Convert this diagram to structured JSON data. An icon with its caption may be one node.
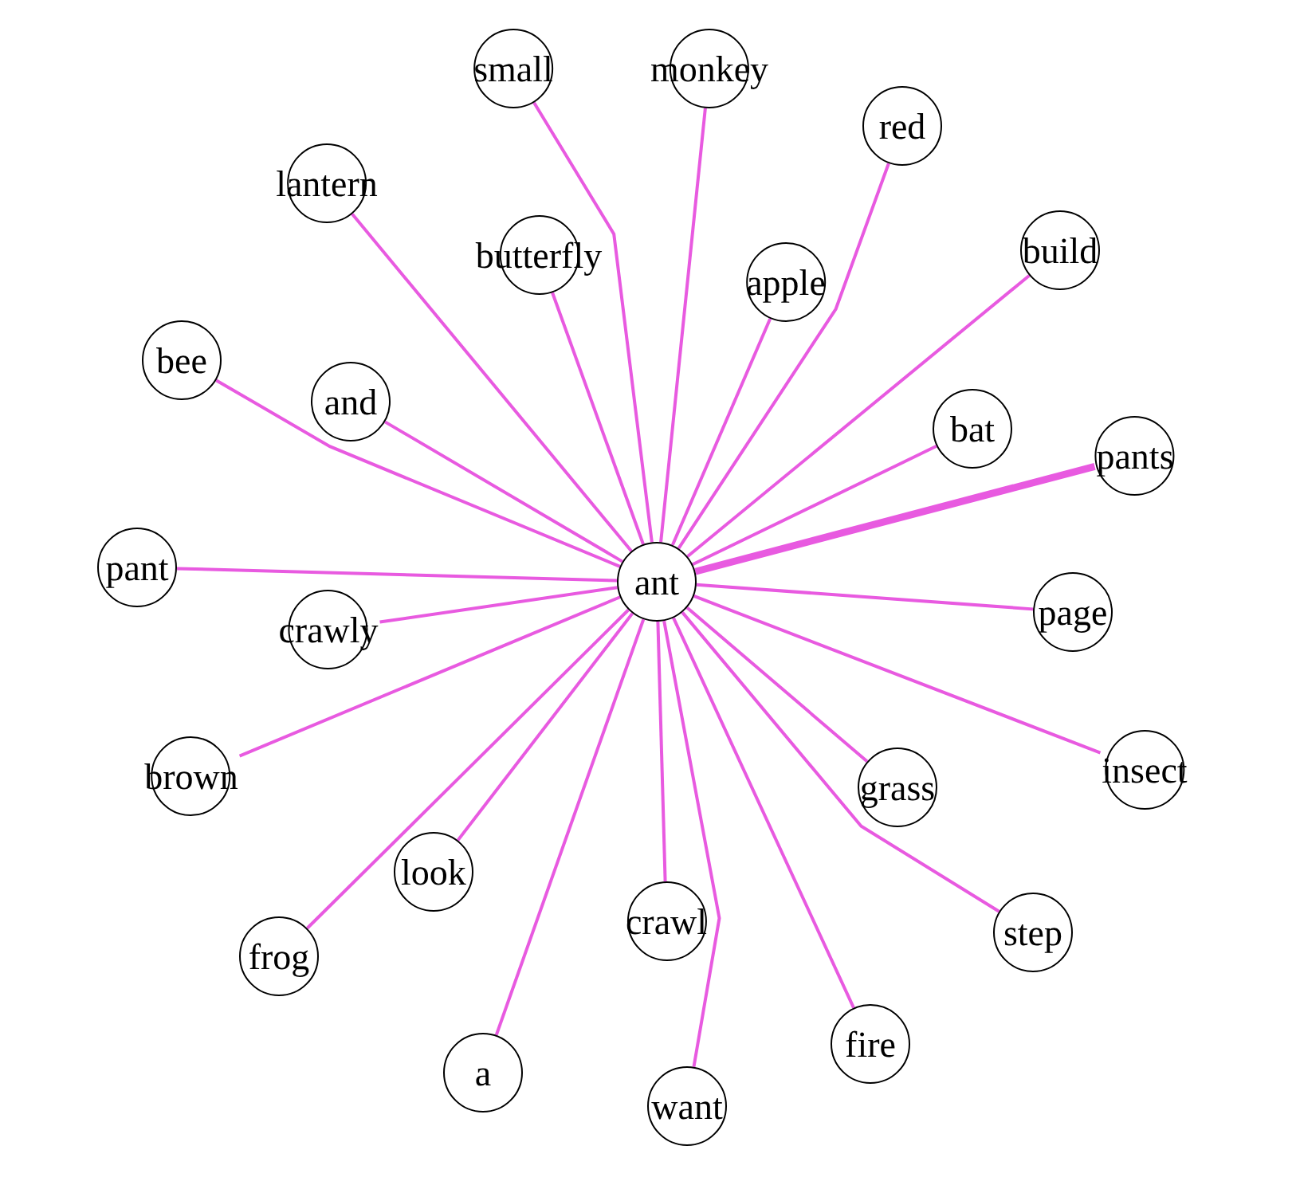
{
  "diagram": {
    "nodes": [
      {
        "text": [
          "small"
        ]
      },
      {
        "text": [
          "monkey"
        ]
      },
      {
        "text": [
          "red"
        ]
      },
      {
        "text": [
          "lantern"
        ]
      },
      {
        "text": [
          "butterfly"
        ]
      },
      {
        "text": [
          "build"
        ]
      },
      {
        "text": [
          "apple"
        ]
      },
      {
        "text": [
          "bee"
        ]
      },
      {
        "text": [
          "and"
        ]
      },
      {
        "text": [
          "bat"
        ]
      },
      {
        "text": [
          "pants"
        ]
      },
      {
        "text": [
          "pant"
        ]
      },
      {
        "text": [
          "ant"
        ]
      },
      {
        "text": [
          "crawly"
        ]
      },
      {
        "text": [
          "page"
        ]
      },
      {
        "text": [
          "insect"
        ]
      },
      {
        "text": [
          "brown"
        ]
      },
      {
        "text": [
          "grass"
        ]
      },
      {
        "text": [
          "look"
        ]
      },
      {
        "text": [
          "step"
        ]
      },
      {
        "text": [
          "crawl"
        ]
      },
      {
        "text": [
          "frog"
        ]
      },
      {
        "text": [
          "fire"
        ]
      },
      {
        "text": [
          "a"
        ]
      },
      {
        "text": [
          "want"
        ]
      }
    ],
    "edges": [
      {
        "from": 12,
        "to": 0,
        "arrow": "none"
      },
      {
        "from": 12,
        "to": 1,
        "arrow": "none"
      },
      {
        "from": 12,
        "to": 2,
        "arrow": "none"
      },
      {
        "from": 12,
        "to": 3,
        "arrow": "none"
      },
      {
        "from": 12,
        "to": 4,
        "arrow": "none"
      },
      {
        "from": 12,
        "to": 5,
        "arrow": "none"
      },
      {
        "from": 12,
        "to": 6,
        "arrow": "none"
      },
      {
        "from": 12,
        "to": 7,
        "arrow": "none"
      },
      {
        "from": 12,
        "to": 8,
        "arrow": "none"
      },
      {
        "from": 12,
        "to": 9,
        "arrow": "none"
      },
      {
        "from": 12,
        "to": 10,
        "arrow": "none",
        "style": "thick"
      },
      {
        "from": 12,
        "to": 11,
        "arrow": "none"
      },
      {
        "from": 12,
        "to": 13,
        "arrow": "none"
      },
      {
        "from": 12,
        "to": 14,
        "arrow": "none"
      },
      {
        "from": 12,
        "to": 15,
        "arrow": "none"
      },
      {
        "from": 12,
        "to": 16,
        "arrow": "none"
      },
      {
        "from": 12,
        "to": 17,
        "arrow": "none"
      },
      {
        "from": 12,
        "to": 18,
        "arrow": "none"
      },
      {
        "from": 12,
        "to": 19,
        "arrow": "none"
      },
      {
        "from": 12,
        "to": 20,
        "arrow": "none"
      },
      {
        "from": 12,
        "to": 21,
        "arrow": "none"
      },
      {
        "from": 12,
        "to": 22,
        "arrow": "none"
      },
      {
        "from": 12,
        "to": 23,
        "arrow": "none"
      },
      {
        "from": 12,
        "to": 24,
        "arrow": "none"
      }
    ]
  }
}
